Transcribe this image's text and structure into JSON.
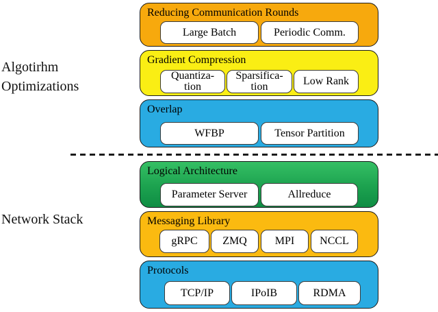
{
  "groups": [
    {
      "label": "Algotirhm\nOptimizations"
    },
    {
      "label": "Network Stack"
    }
  ],
  "layers": [
    {
      "title": "Reducing Communication Rounds",
      "color": "#F7A90D",
      "items": [
        "Large Batch",
        "Periodic Comm."
      ]
    },
    {
      "title": "Gradient Compression",
      "color": "#FAEE14",
      "items": [
        "Quantiza-\ntion",
        "Sparsifica-\ntion",
        "Low Rank"
      ]
    },
    {
      "title": "Overlap",
      "color": "#29ABE2",
      "items": [
        "WFBP",
        "Tensor Partition"
      ]
    },
    {
      "title": "Logical Architecture",
      "color": "#1EA951",
      "items": [
        "Parameter Server",
        "Allreduce"
      ]
    },
    {
      "title": "Messaging Library",
      "color": "#FBBA10",
      "items": [
        "gRPC",
        "ZMQ",
        "MPI",
        "NCCL"
      ]
    },
    {
      "title": "Protocols",
      "color": "#29ABE2",
      "items": [
        "TCP/IP",
        "IPoIB",
        "RDMA"
      ]
    }
  ]
}
